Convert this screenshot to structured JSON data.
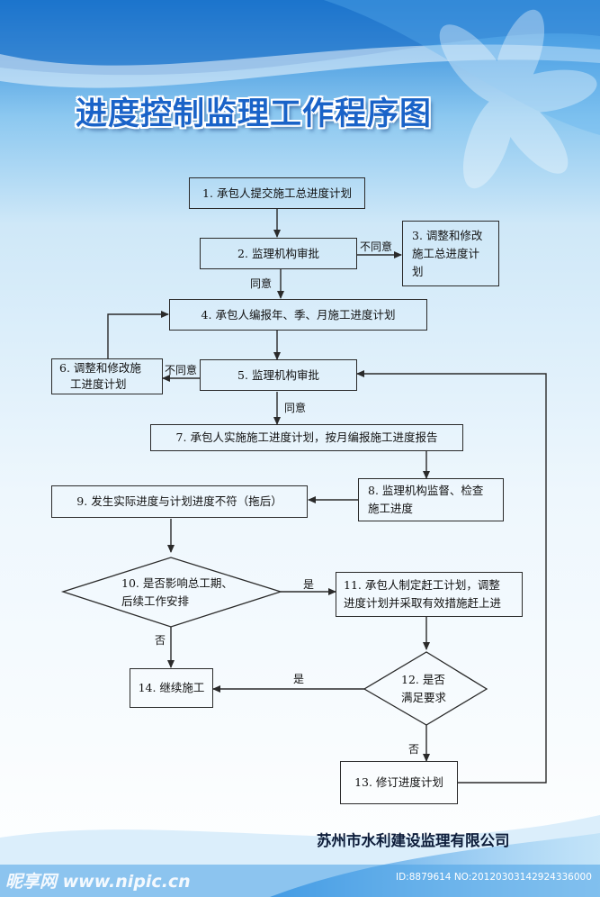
{
  "title": "进度控制监理工作程序图",
  "steps": {
    "s1": "1. 承包人提交施工总进度计划",
    "s2": "2. 监理机构审批",
    "s3_line1": "3. 调整和修改",
    "s3_line2": "施工总进度计",
    "s3_line3": "划",
    "s4": "4. 承包人编报年、季、月施工进度计划",
    "s5": "5. 监理机构审批",
    "s6_line1": "6. 调整和修改施",
    "s6_line2": "工进度计划",
    "s7": "7. 承包人实施施工进度计划，按月编报施工进度报告",
    "s8_line1": "8. 监理机构监督、检查",
    "s8_line2": "施工进度",
    "s9": "9. 发生实际进度与计划进度不符（拖后）",
    "s10_line1": "10. 是否影响总工期、",
    "s10_line2": "后续工作安排",
    "s11_line1": "11. 承包人制定赶工计划，调整",
    "s11_line2": "进度计划并采取有效措施赶上进",
    "s12_line1": "12. 是否",
    "s12_line2": "满足要求",
    "s13": "13.  修订进度计划",
    "s14": "14. 继续施工"
  },
  "edge_labels": {
    "disagree_2": "不同意",
    "agree_2": "同意",
    "disagree_5": "不同意",
    "agree_5": "同意",
    "yes_10": "是",
    "no_10": "否",
    "yes_12": "是",
    "no_12": "否"
  },
  "company": "苏州市水利建设监理有限公司",
  "watermark_left": "昵享网 www.nipic.cn",
  "watermark_right": "ID:8879614 NO:20120303142924336000",
  "colors": {
    "title": "#1a63c8",
    "background_top": "#2a86d8",
    "background_bottom": "#ffffff",
    "lines": "#2a2a2a"
  }
}
